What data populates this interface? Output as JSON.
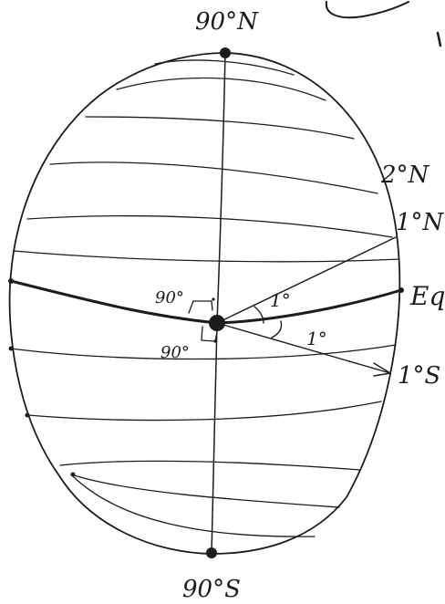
{
  "diagram": {
    "labels": {
      "north_pole": "90°N",
      "south_pole": "90°S",
      "lat_2n": "2°N",
      "lat_1n": "1°N",
      "lat_1s": "1°S",
      "equator": "Eq",
      "angle_upper": "1°",
      "angle_lower": "1°",
      "right_angle_upper": "90°",
      "right_angle_lower": "90°"
    },
    "parallels_north": 6,
    "parallels_south": 5,
    "colors": {
      "ink": "#1c1c1c",
      "paper": "#ffffff"
    }
  }
}
